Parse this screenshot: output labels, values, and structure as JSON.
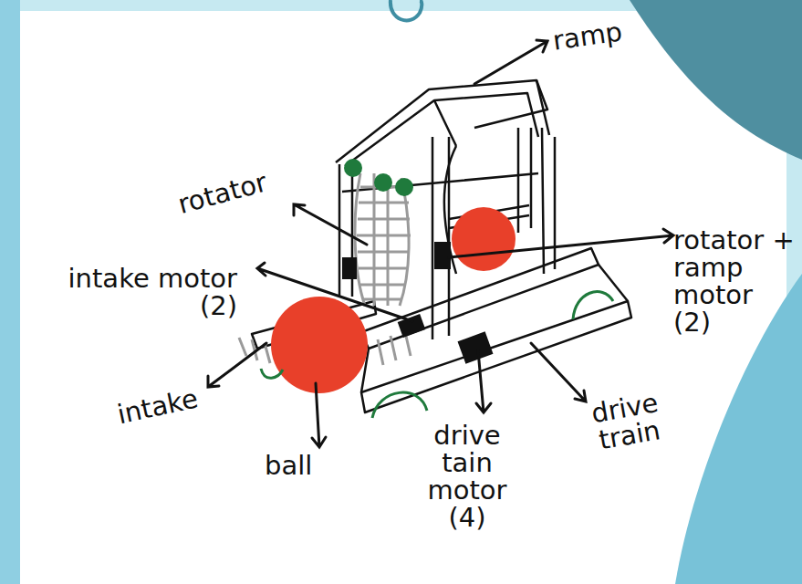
{
  "diagram": {
    "labels": [
      "ramp",
      "rotator",
      "intake motor (2)",
      "rotator + ramp motor (2)",
      "intake",
      "ball",
      "drive tain motor (4)",
      "drive train"
    ]
  }
}
